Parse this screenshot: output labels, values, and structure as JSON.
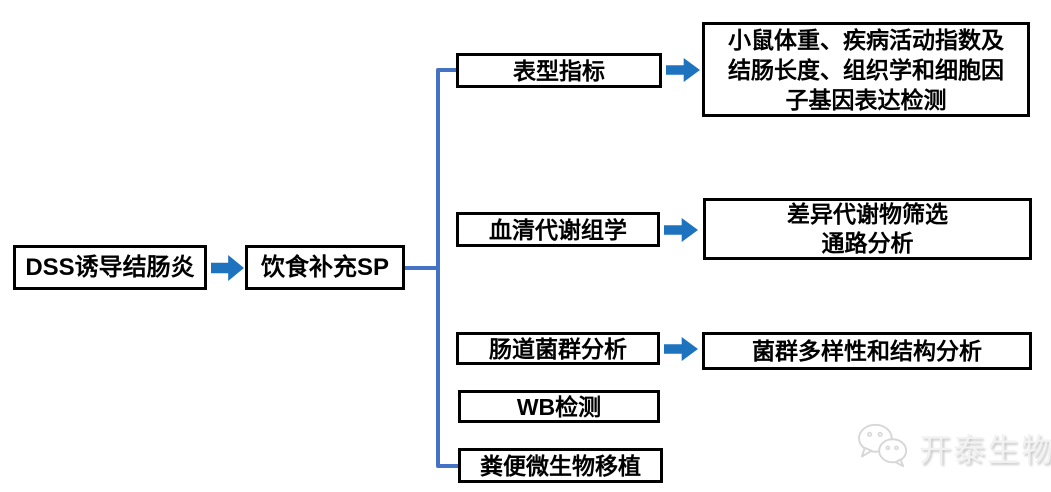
{
  "diagram": {
    "title_semantic": "DSS colitis SP supplementation study workflow",
    "root_node": {
      "label": "DSS诱导结肠炎"
    },
    "intervention_node": {
      "label": "饮食补充SP"
    },
    "branches": [
      {
        "label": "表型指标",
        "result_lines": [
          "小鼠体重、疾病活动指数及",
          "结肠长度、组织学和细胞因",
          "子基因表达检测"
        ]
      },
      {
        "label": "血清代谢组学",
        "result_lines": [
          "差异代谢物筛选",
          "通路分析"
        ]
      },
      {
        "label": "肠道菌群分析",
        "result_lines": [
          "菌群多样性和结构分析"
        ]
      },
      {
        "label": "WB检测",
        "result_lines": []
      },
      {
        "label": "粪便微生物移植",
        "result_lines": []
      }
    ],
    "colors": {
      "arrow": "#1E73BE",
      "connector": "#4472C4",
      "box_border": "#000000",
      "box_fill": "#ffffff",
      "background": "#ffffff"
    }
  },
  "watermark": {
    "icon": "wechat-icon",
    "text": "开泰生物",
    "color": "#f2f2f2"
  }
}
